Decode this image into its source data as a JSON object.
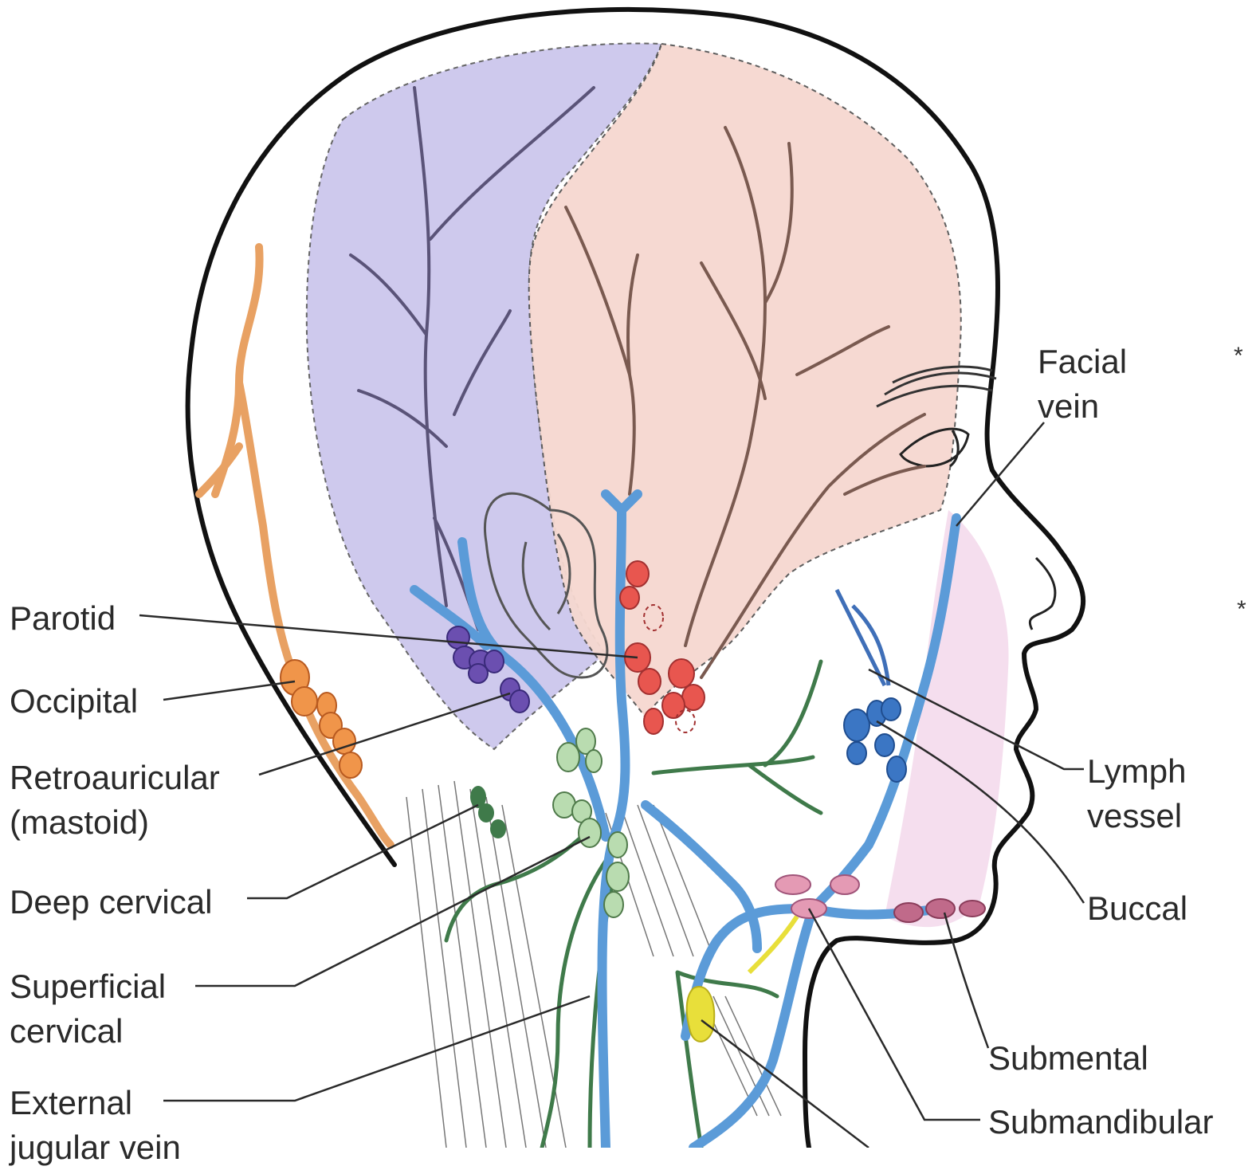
{
  "labels": {
    "parotid": "Parotid",
    "occipital": "Occipital",
    "retroauricular_1": "Retroauricular",
    "retroauricular_2": "(mastoid)",
    "deep_cervical": "Deep cervical",
    "superficial_cervical_1": "Superficial",
    "superficial_cervical_2": "cervical",
    "external_jugular_1": "External",
    "external_jugular_2": "jugular vein",
    "facial_vein_1": "Facial",
    "facial_vein_2": "vein",
    "lymph_vessel_1": "Lymph",
    "lymph_vessel_2": "vessel",
    "buccal": "Buccal",
    "submental": "Submental",
    "submandibular": "Submandibular"
  },
  "marks": {
    "star": "*"
  },
  "colors": {
    "occipital_region": "#c9c4ec",
    "face_region": "#f6d8d0",
    "vein": "#5b9bd8",
    "occipital_node": "#f0954a",
    "retroauricular_node": "#6b4fb0",
    "parotid_node": "#e8564f",
    "cervical_node": "#b9dcb0",
    "buccal_node": "#3b76c4",
    "submandibular_node": "#e49ab4",
    "submental_node": "#e8df3a",
    "lymph_vessel_deep": "#3f7a4a"
  }
}
